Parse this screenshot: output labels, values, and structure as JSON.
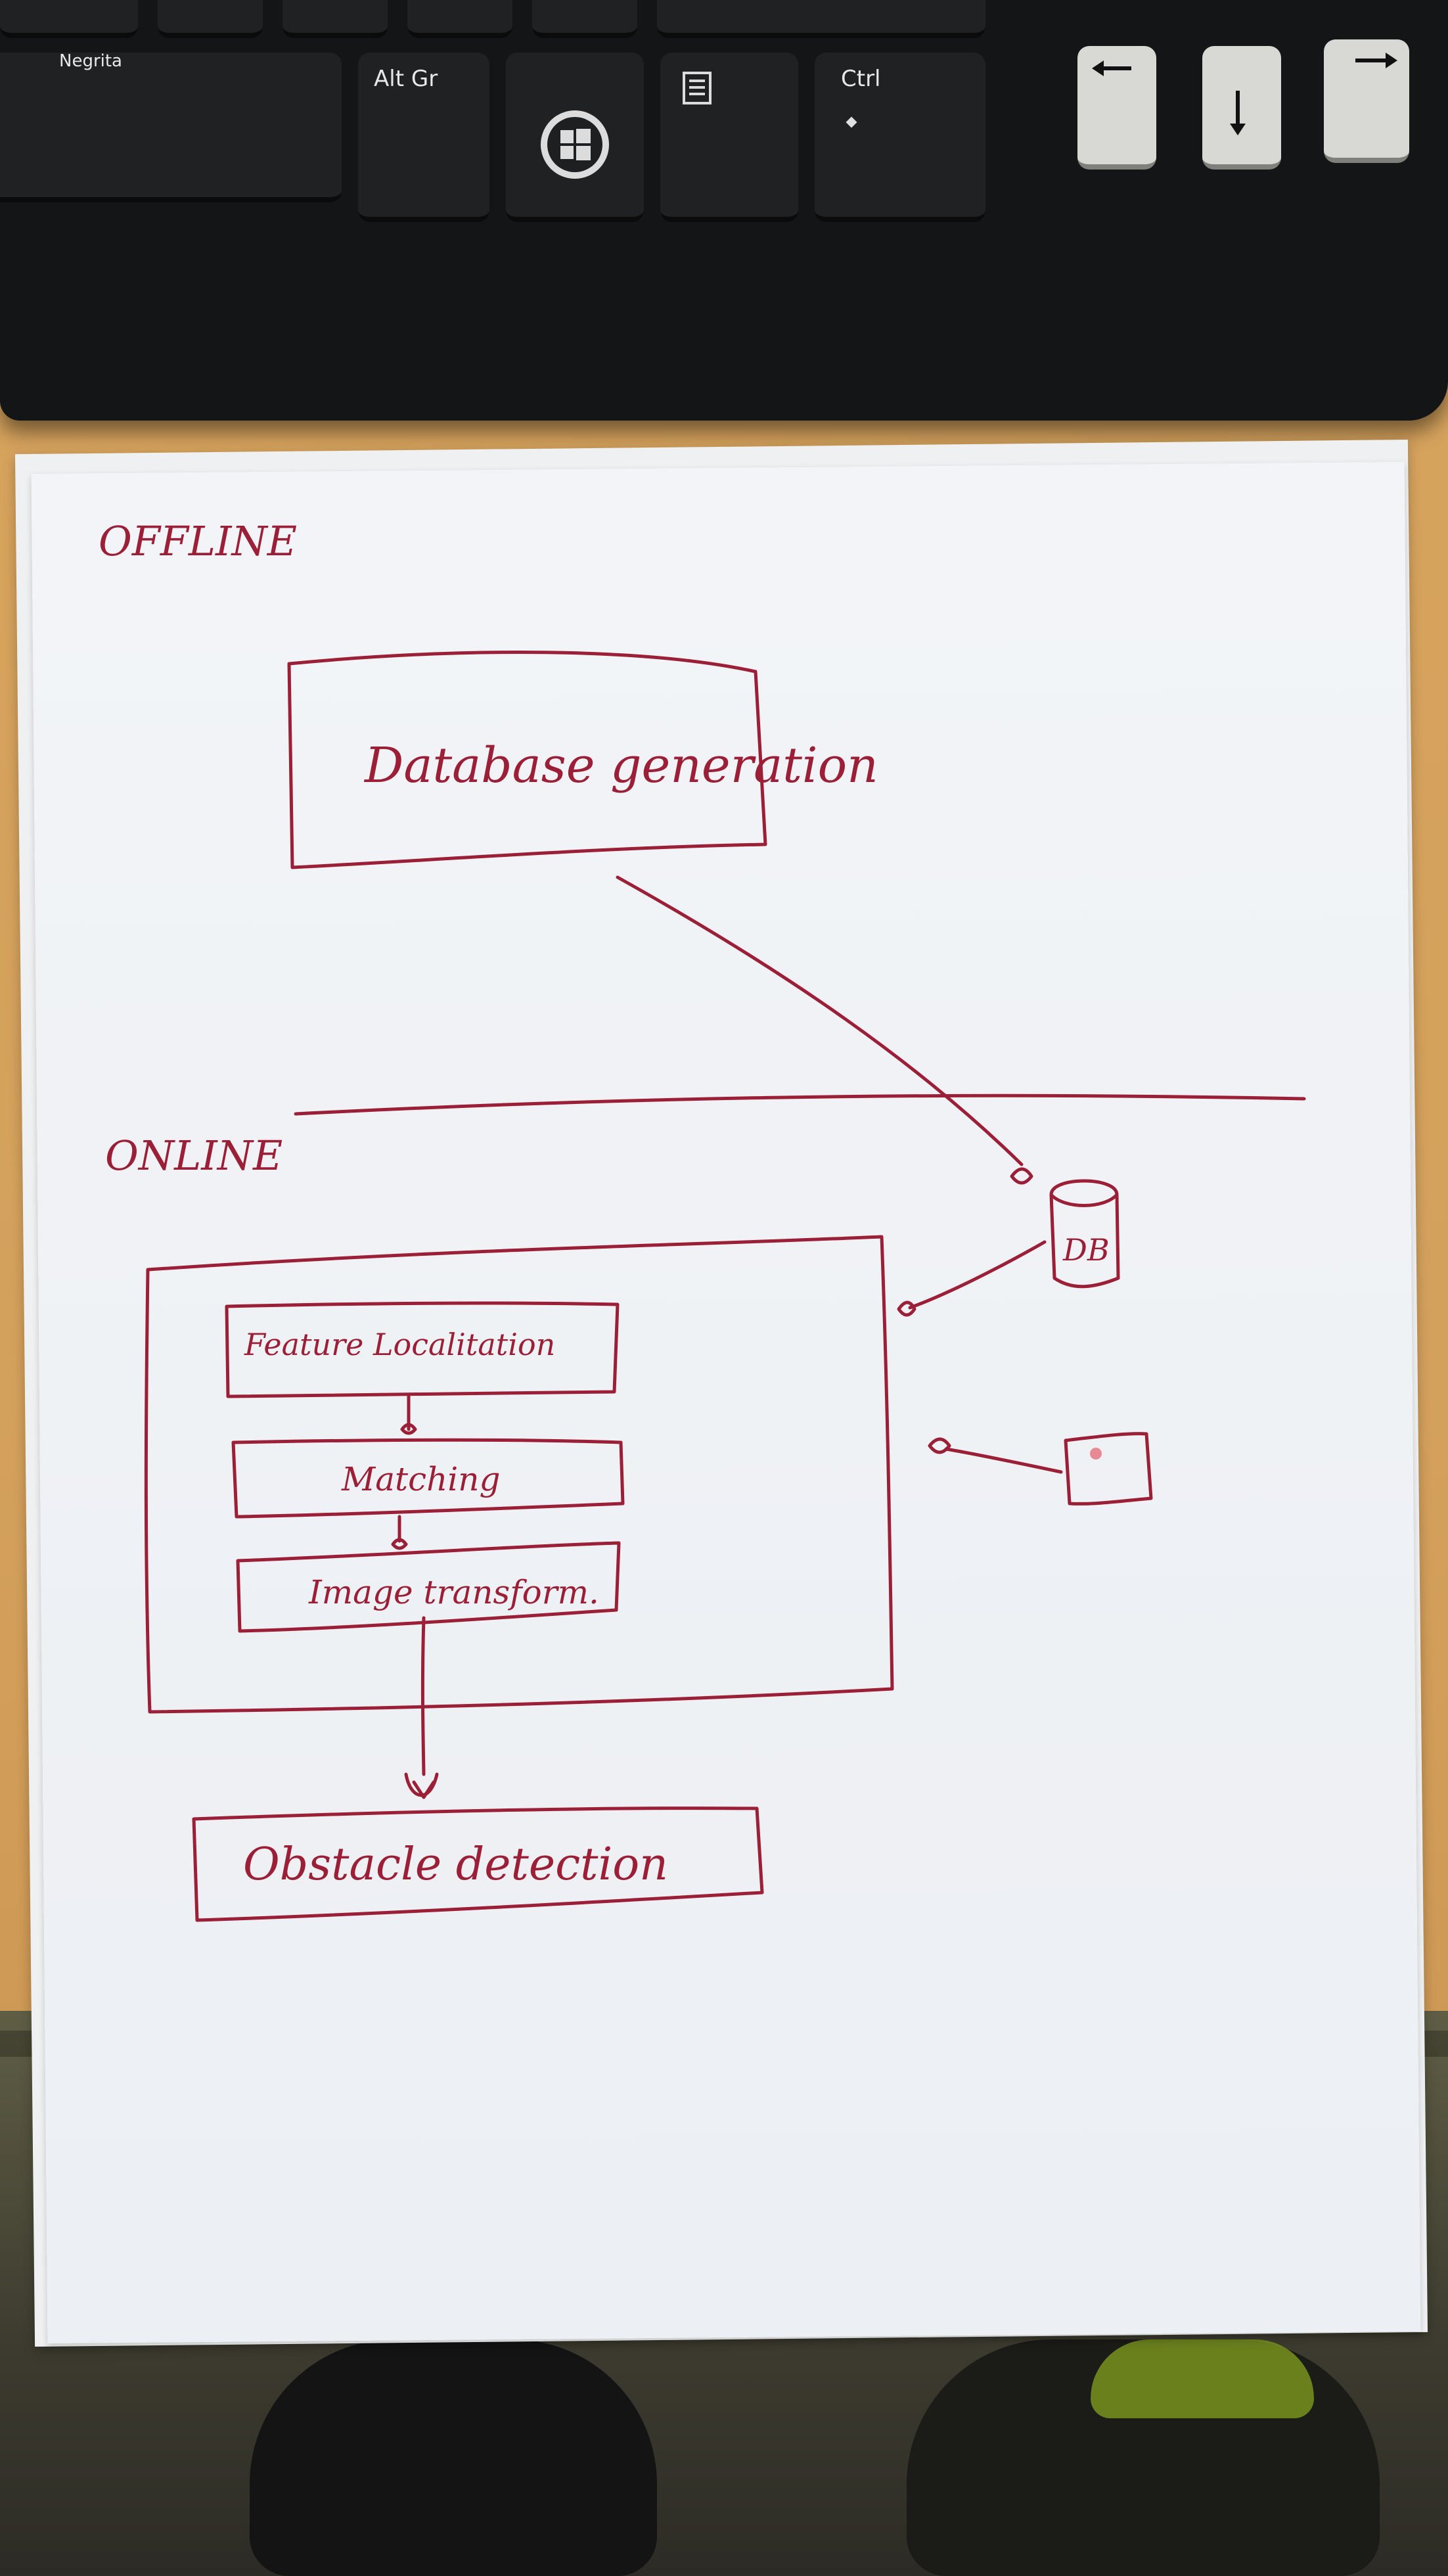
{
  "keyboard": {
    "keys": [
      "Alt Gr",
      "Ctrl",
      "Negrita"
    ],
    "arrow_keys": [
      "left-arrow",
      "down-arrow",
      "right-arrow"
    ]
  },
  "diagram": {
    "ink_color": "#9b1f37",
    "sections": {
      "offline": "OFFLINE",
      "online": "ONLINE"
    },
    "boxes": {
      "database_generation": "Database generation",
      "feature_localitation": "Feature Localitation",
      "matching": "Matching",
      "image_transform": "Image transform.",
      "obstacle_detection": "Obstacle detection"
    },
    "db_label": "DB"
  }
}
